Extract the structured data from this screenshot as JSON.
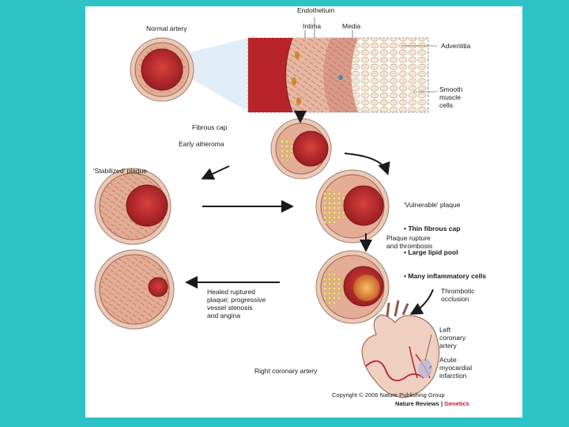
{
  "labels": {
    "endothelium": "Endothelium",
    "intima": "Intima",
    "media": "Media",
    "normal_artery": "Normal artery",
    "adventitia": "Adventitia",
    "smooth_muscle": "Smooth\nmuscle\ncells",
    "fibrous_cap": "Fibrous cap",
    "early_atheroma": "Early atheroma",
    "stabilized_plaque": "'Stabilized' plaque",
    "vulnerable_title": "'Vulnerable' plaque",
    "vulnerable_items": [
      "• Thin fibrous cap",
      "• Large lipid pool",
      "• Many inflammatory cells"
    ],
    "plaque_rupture": "Plaque rupture\nand thrombosis",
    "healed": "Healed ruptured\nplaque; progressive\nvessel stenosis\nand angina",
    "thrombotic": "Thrombotic\nocclusion",
    "left_coronary": "Left\ncoronary\nartery",
    "acute_mi": "Acute\nmyocardial\ninfarction",
    "right_coronary": "Right coronary artery"
  },
  "footer": {
    "copyright": "Copyright © 2006 Nature Publishing Group",
    "journal": "Nature Reviews",
    "separator": " | ",
    "section": "Genetics"
  },
  "colors": {
    "background": "#2ec3c6",
    "lumen": "#b8242a",
    "wall": "#e3ad95",
    "lipid": "#e8d27a",
    "section_accent": "#c8102e"
  }
}
